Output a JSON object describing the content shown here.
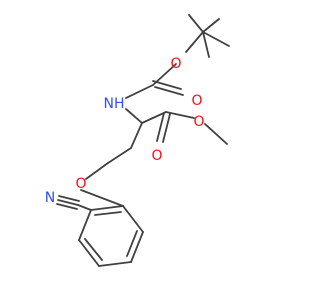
{
  "atom_labels": {
    "nh": "NH",
    "o_boc_ether": "O",
    "o_boc_carbonyl": "O",
    "o_ester_carbonyl": "O",
    "o_ester_methoxy": "O",
    "o_aryl_ether": "O",
    "n_nitrile": "N"
  },
  "colors": {
    "bond": "#404040",
    "oxygen": "#ff0d0d",
    "nitrogen": "#3050f8",
    "background": "#ffffff"
  }
}
